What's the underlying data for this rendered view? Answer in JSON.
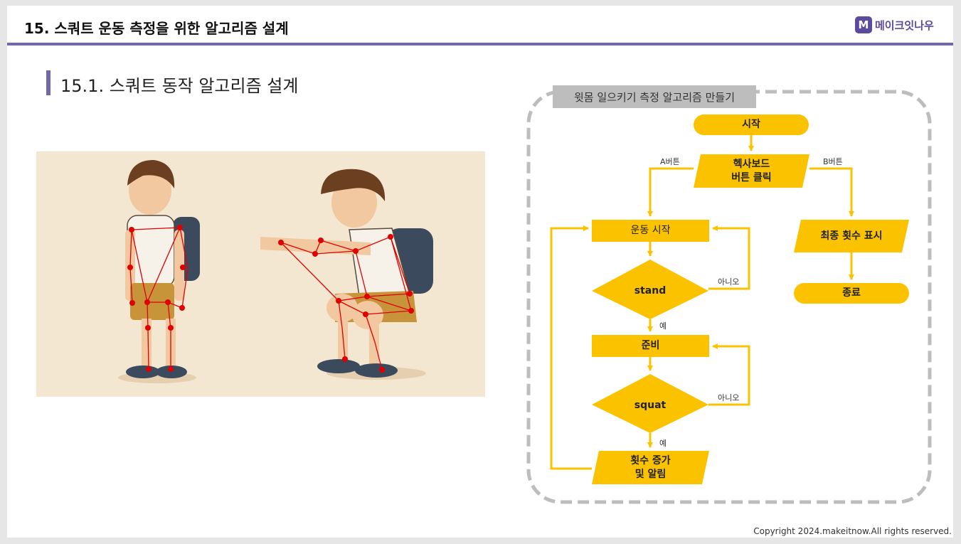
{
  "header": {
    "title": "15. 스쿼트 운동 측정을 위한 알고리즘 설계",
    "logo_mark": "M",
    "logo_text": "메이크잇나우"
  },
  "section": {
    "title": "15.1. 스쿼트 동작 알고리즘 설계"
  },
  "flowchart": {
    "frame_label": "윗몸 일으키기 측정 알고리즘 만들기",
    "nodes": {
      "start": "시작",
      "hexaboard_line1": "헥사보드",
      "hexaboard_line2": "버튼 클릭",
      "exercise_start": "운동 시작",
      "stand": "stand",
      "ready": "준비",
      "squat": "squat",
      "count_line1": "횟수 증가",
      "count_line2": "및 알림",
      "final_count": "최종 횟수 표시",
      "end": "종료"
    },
    "edge_labels": {
      "a_button": "A버튼",
      "b_button": "B버튼",
      "no_1": "아니오",
      "yes_1": "예",
      "no_2": "아니오",
      "yes_2": "예"
    }
  },
  "colors": {
    "accent": "#7467a8",
    "flow_fill": "#fbc200",
    "frame_border": "#bdbdbd",
    "illus_bg": "#f4e7d2"
  },
  "footer": {
    "copyright": "Copyright 2024.makeitnow.All rights reserved."
  }
}
